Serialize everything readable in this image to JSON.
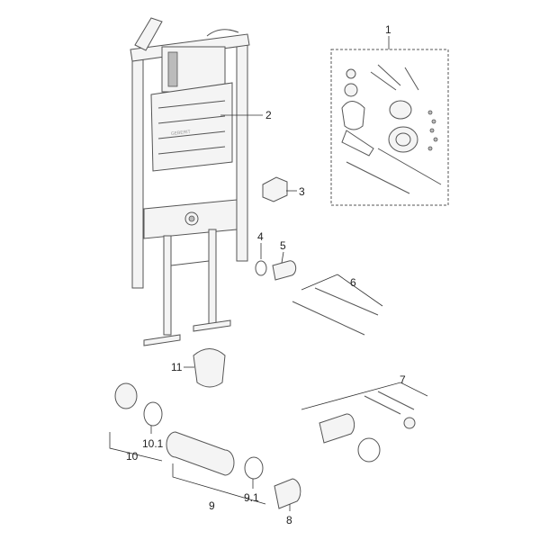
{
  "diagram": {
    "logo_text": "GEBERIT",
    "labels": [
      "1",
      "2",
      "3",
      "4",
      "5",
      "6",
      "7",
      "8",
      "9",
      "9.1",
      "10",
      "10.1",
      "11"
    ],
    "colors": {
      "line": "#555555",
      "text": "#222222",
      "background": "#ffffff"
    }
  }
}
